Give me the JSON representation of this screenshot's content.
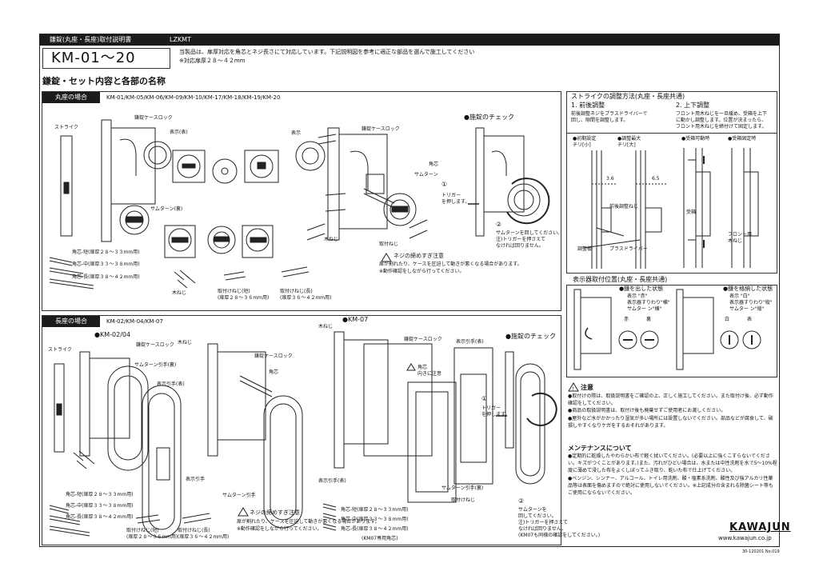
{
  "header": {
    "doc_title": "鎌錠(丸座・長座)取付説明書",
    "code": "LZKMT",
    "model": "KM-01～20",
    "intro_line1": "当製品は、扉厚対応を角芯とネジ長さにて対応しています。下記説明図を参考に適正な部品を選んで施工してください",
    "intro_line2": "※対応扉厚２８～４２mm"
  },
  "section_heading": "鎌錠・セット内容と各部の名称",
  "round": {
    "bar_label": "丸座の場合",
    "models": "KM-01/KM-05/KM-06/KM-09/KM-10/KM-17/KM-18/KM-19/KM-20",
    "labels": {
      "case_lock": "鎌錠ケースロック",
      "strike": "ストライク",
      "front": "表示(表)",
      "thumbturn_back": "サムターン(裏)",
      "wood_screw": "木ねじ",
      "screw_short": "取付けねじ(短)\n(扉厚２８～３６mm用)",
      "screw_long": "取付けねじ(長)\n(扉厚３６～４２mm用)",
      "spindle_short": "角芯-短(扉厚２８～３３mm用)",
      "spindle_mid": "角芯-中(扉厚３３～３８mm用)",
      "spindle_long": "角芯-長(扉厚３８～４２mm用)",
      "indicator": "表示",
      "case_lock2": "鎌錠ケースロック",
      "spindle": "角芯",
      "thumbturn": "サムターン",
      "wood_screw2": "木ねじ",
      "mount_screw": "取付ねじ",
      "warn_title": "ネジの締めすぎ注意",
      "warn_body": "扉が割れたり、ケースを圧迫して動きが悪くなる場合があります。\n※動作確認をしながら行ってください。"
    },
    "check": {
      "title": "●施錠のチェック",
      "step1_num": "①",
      "step1": "トリガー\nを押します。",
      "step2_num": "②",
      "step2": "サムターンを回してください。\n注)トリガーを押さえて\nなければ回りません。"
    }
  },
  "long": {
    "bar_label": "長座の場合",
    "models": "KM-02/KM-04/KM-07",
    "sub_a": "●KM-02/04",
    "sub_b": "●KM-07",
    "labels": {
      "case_lock": "鎌錠ケースロック",
      "strike": "ストライク",
      "wood_screw": "木ねじ",
      "thumbturn_back": "サムターン引手(裏)",
      "front": "表示引手(表)",
      "spindle": "角芯",
      "front_pull": "表示引手",
      "thumbturn_pull": "サムターン引手",
      "front_pull2": "表示引手(表)",
      "thumbturn_pull2": "サムターン引手(裏)",
      "mount_screw": "取付けねじ",
      "direction": "向きに注意",
      "screw_short": "取付けねじ(短)\n(扉厚２８～３６mm用)",
      "screw_long": "取付けねじ(長)\n(扉厚３６～４２mm用)",
      "spindle_short": "角芯-短(扉厚２８～３３mm用)",
      "spindle_mid": "角芯-中(扉厚３３～３８mm用)",
      "spindle_long": "角芯-長(扉厚３８～４２mm用)",
      "km07_note": "(KM07専用角芯)",
      "warn_title": "ネジの締めすぎ注意",
      "warn_body": "扉が割れたり、ケースを圧迫して動きが悪くなる場合があります。\n※動作確認をしながら行ってください。"
    },
    "check": {
      "title": "●施錠のチェック",
      "step1_num": "①",
      "step1": "トリガー\nを押します。",
      "step2_num": "②",
      "step2": "サムターンを\n回してください。\n注)トリガーを押さえて\nなければ回りません。\n(KM07も同様の確認をしてください。)"
    }
  },
  "adjust": {
    "title": "ストライクの調整方法(丸座・長座共通)",
    "s1_title": "1. 前後調整",
    "s1_body": "前後調整ネジをプラスドライバーで\n回し、隙間を調整します。",
    "s2_title": "2. 上下調整",
    "s2_body": "フロント用木ねじを一旦緩め、受箱を上下\nに動かし調整します。位置が決まったら、\nフロント用木ねじを締付けて固定します。",
    "d1": "●初期設定\nチリ[小]",
    "d2": "●調整最大\nチリ[大]",
    "d3": "●受箱可動時",
    "d4": "●受箱固定時",
    "dim1": "3.6",
    "dim2": "6.5",
    "screw_label": "前後調整ねじ",
    "plate_label": "調整板",
    "driver_label": "プラスドライバー",
    "box_label": "受箱",
    "front_screw": "フロント用\n木ねじ"
  },
  "display": {
    "title": "表示器取付位置(丸座・長座共通)",
    "a_title": "●鎌を出した状態",
    "a_body": "表示 \"赤\"\n表示器すりわり\"横\"\nサムター ン\"横\"",
    "a_front": "赤",
    "a_back": "裏",
    "b_title": "●鎌を格納した状態",
    "b_body": "表示 \"白\"\n表示器すりわり\"縦\"\nサムター ン\"縦\"",
    "b_front": "白",
    "b_back": "表"
  },
  "caution": {
    "title": "注意",
    "items": [
      "●取付けの際は、取扱説明書をご確認の上、正しく施工してください。また取付け後、必ず動作確認をしてください。",
      "●商品の取扱説明書は、取付け後も廃棄せずご使用者にお渡しください。",
      "●屋外など水がかかったり湿気が多い場所には設置しないでください。部品などが腐食して、破損しやすくなりケガをするおそれがあります。"
    ]
  },
  "maintenance": {
    "title": "メンテナンスについて",
    "items": [
      "●定期的に乾燥したやわらかい布で軽く拭いてください。(必要以上に強くこすらないでください。キズがつくことがあります。)また、汚れがひどい場合は、水または中性洗剤を水で5～10%程度に薄めて浸した布をよくしぼってふき取り、乾いた布で仕上げてください。",
      "●ベンジン、シンナー、アルコール、トイレ用洗剤、酸・塩素系洗剤、酸性及び強アルカリ性薬品等は表面を傷めますので絶対に使用しないでください。※上記成分の含まれる除菌シート等もご使用にならないでください。"
    ]
  },
  "footer": {
    "brand": "KAWAJUN",
    "url": "www.kawajun.co.jp",
    "doc_no": "30-120201 No.019"
  }
}
